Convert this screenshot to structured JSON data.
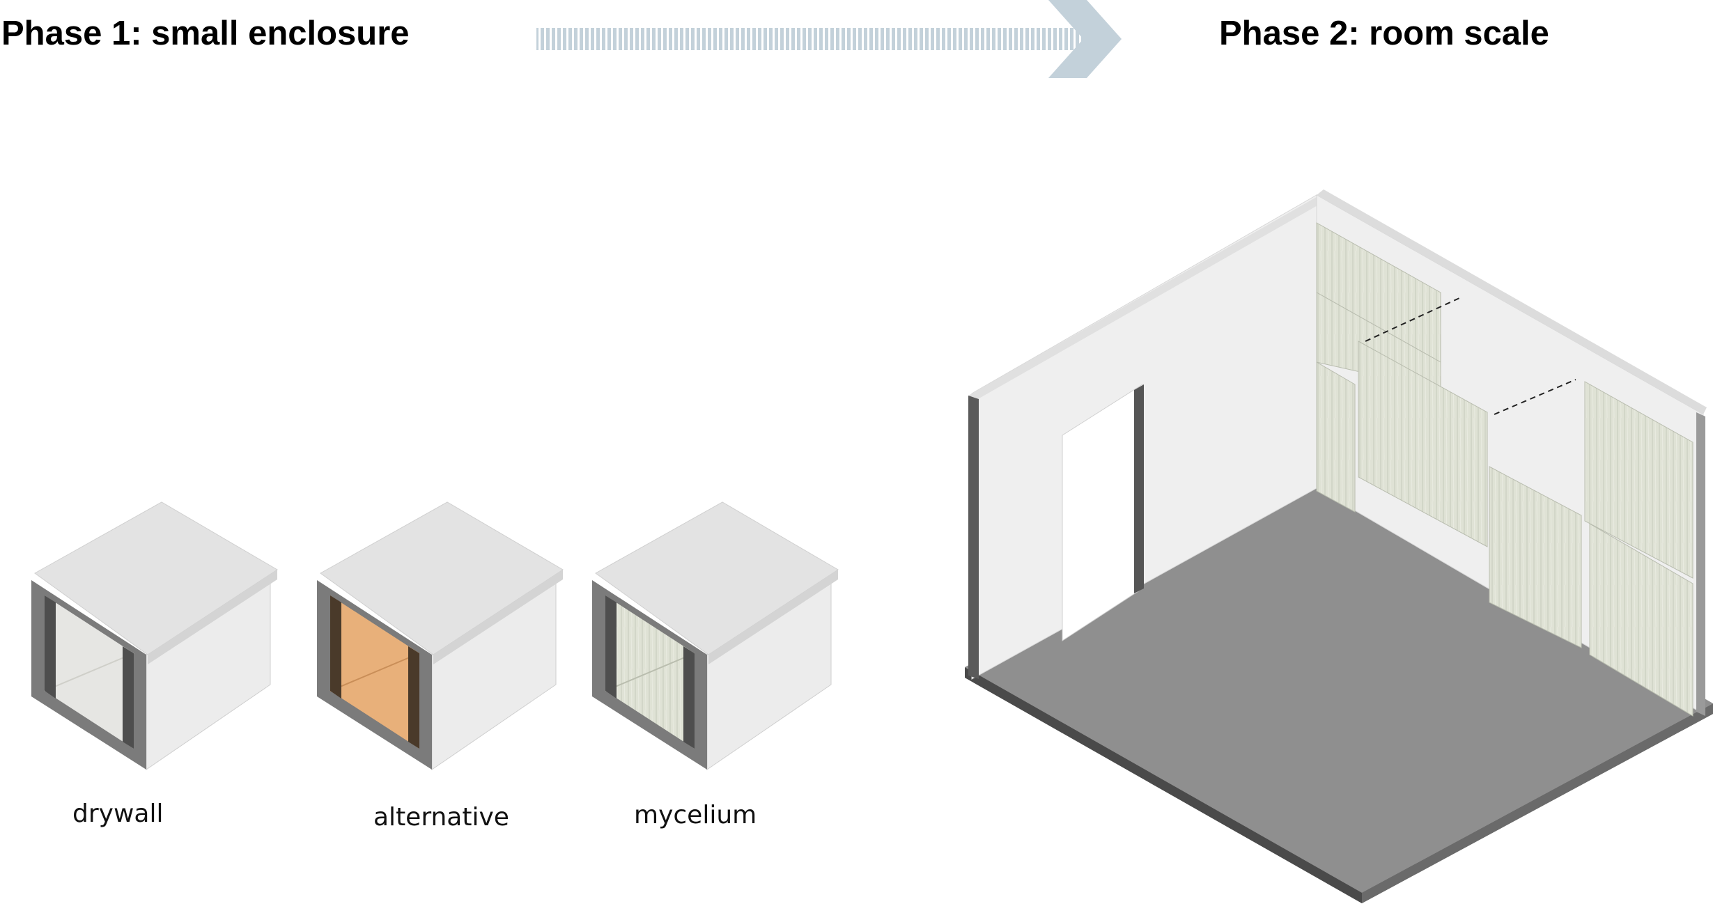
{
  "phase1": {
    "title": "Phase 1: small enclosure"
  },
  "phase2": {
    "title": "Phase 2: room scale"
  },
  "boxes": [
    {
      "label": "drywall",
      "material": "drywall"
    },
    {
      "label": "alternative",
      "material": "alternative"
    },
    {
      "label": "mycelium",
      "material": "mycelium"
    }
  ],
  "colors": {
    "arrow": "#c3d1da",
    "box_top": "#e3e3e3",
    "box_side": "#ececec",
    "frame": "#7b7b7b",
    "drywall": "#e6e6e3",
    "alternative": "#e8b07a",
    "mycelium": "#dde0d3",
    "floor": "#8f8f8f",
    "floor_edge": "#555555",
    "wall": "#efefef",
    "panel": "#dfe2d5"
  },
  "icons": {
    "arrow": "arrow-right-icon"
  }
}
